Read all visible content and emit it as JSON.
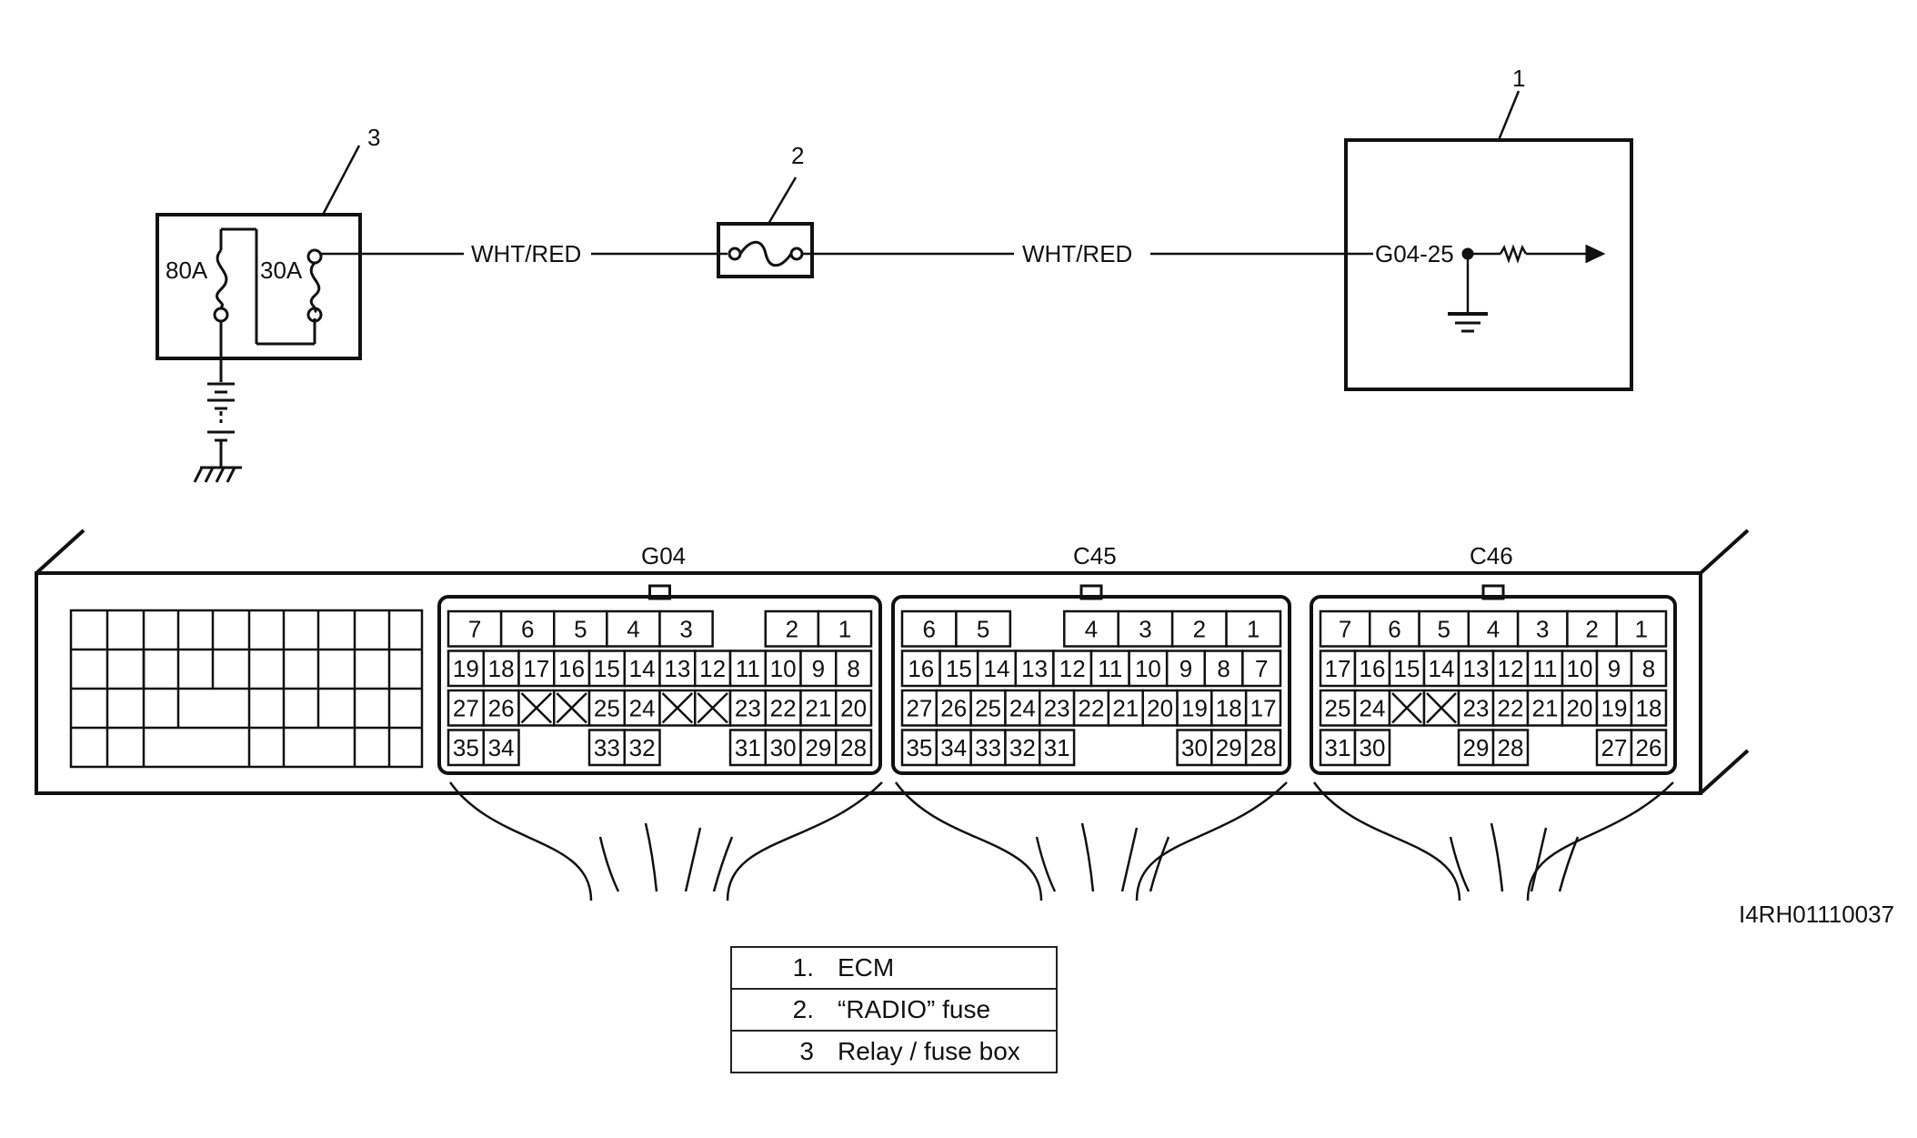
{
  "callouts": {
    "ecm": "1",
    "fuse": "2",
    "relay_box": "3"
  },
  "relay_box": {
    "fuse_a": "80A",
    "fuse_b": "30A"
  },
  "wires": {
    "wire_left": "WHT/RED",
    "wire_right": "WHT/RED"
  },
  "ecm": {
    "terminal": "G04-25"
  },
  "connectors": [
    {
      "name": "G04",
      "rows": [
        [
          "7",
          "6",
          "5",
          "4",
          "3",
          "",
          "2",
          "1"
        ],
        [
          "19",
          "18",
          "17",
          "16",
          "15",
          "14",
          "13",
          "12",
          "11",
          "10",
          "9",
          "8"
        ],
        [
          "27",
          "26",
          "X",
          "X",
          "25",
          "24",
          "X",
          "X",
          "23",
          "22",
          "21",
          "20"
        ],
        [
          "35",
          "34",
          "",
          "",
          "33",
          "32",
          "",
          "",
          "31",
          "30",
          "29",
          "28"
        ]
      ]
    },
    {
      "name": "C45",
      "rows": [
        [
          "6",
          "5",
          "",
          "4",
          "3",
          "2",
          "1"
        ],
        [
          "16",
          "15",
          "14",
          "13",
          "12",
          "11",
          "10",
          "9",
          "8",
          "7"
        ],
        [
          "27",
          "26",
          "25",
          "24",
          "23",
          "22",
          "21",
          "20",
          "19",
          "18",
          "17"
        ],
        [
          "35",
          "34",
          "33",
          "32",
          "31",
          "",
          "",
          "",
          "30",
          "29",
          "28"
        ]
      ]
    },
    {
      "name": "C46",
      "rows": [
        [
          "7",
          "6",
          "5",
          "4",
          "3",
          "2",
          "1"
        ],
        [
          "17",
          "16",
          "15",
          "14",
          "13",
          "12",
          "11",
          "10",
          "9",
          "8"
        ],
        [
          "25",
          "24",
          "X",
          "X",
          "23",
          "22",
          "21",
          "20",
          "19",
          "18"
        ],
        [
          "31",
          "30",
          "",
          "",
          "29",
          "28",
          "",
          "",
          "27",
          "26"
        ]
      ]
    }
  ],
  "figure_id": "I4RH01110037",
  "legend": [
    {
      "num": "1.",
      "text": "ECM"
    },
    {
      "num": "2.",
      "text": "“RADIO” fuse"
    },
    {
      "num": "3",
      "text": "Relay / fuse box"
    }
  ]
}
